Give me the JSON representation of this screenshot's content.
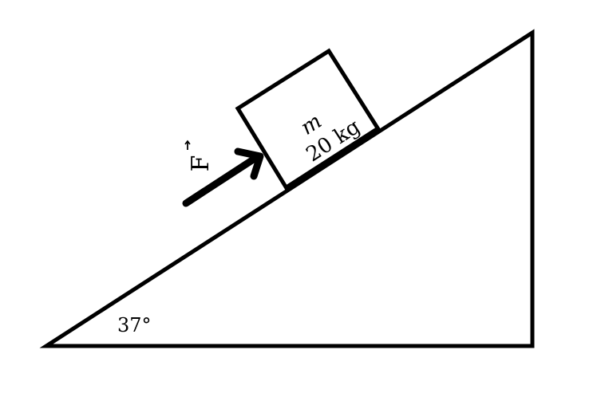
{
  "diagram": {
    "angle_label": "37°",
    "block": {
      "mass_symbol": "m",
      "mass_value": "20 kg"
    },
    "force": {
      "symbol": "F"
    },
    "colors": {
      "stroke": "#000000",
      "background": "#ffffff"
    }
  }
}
